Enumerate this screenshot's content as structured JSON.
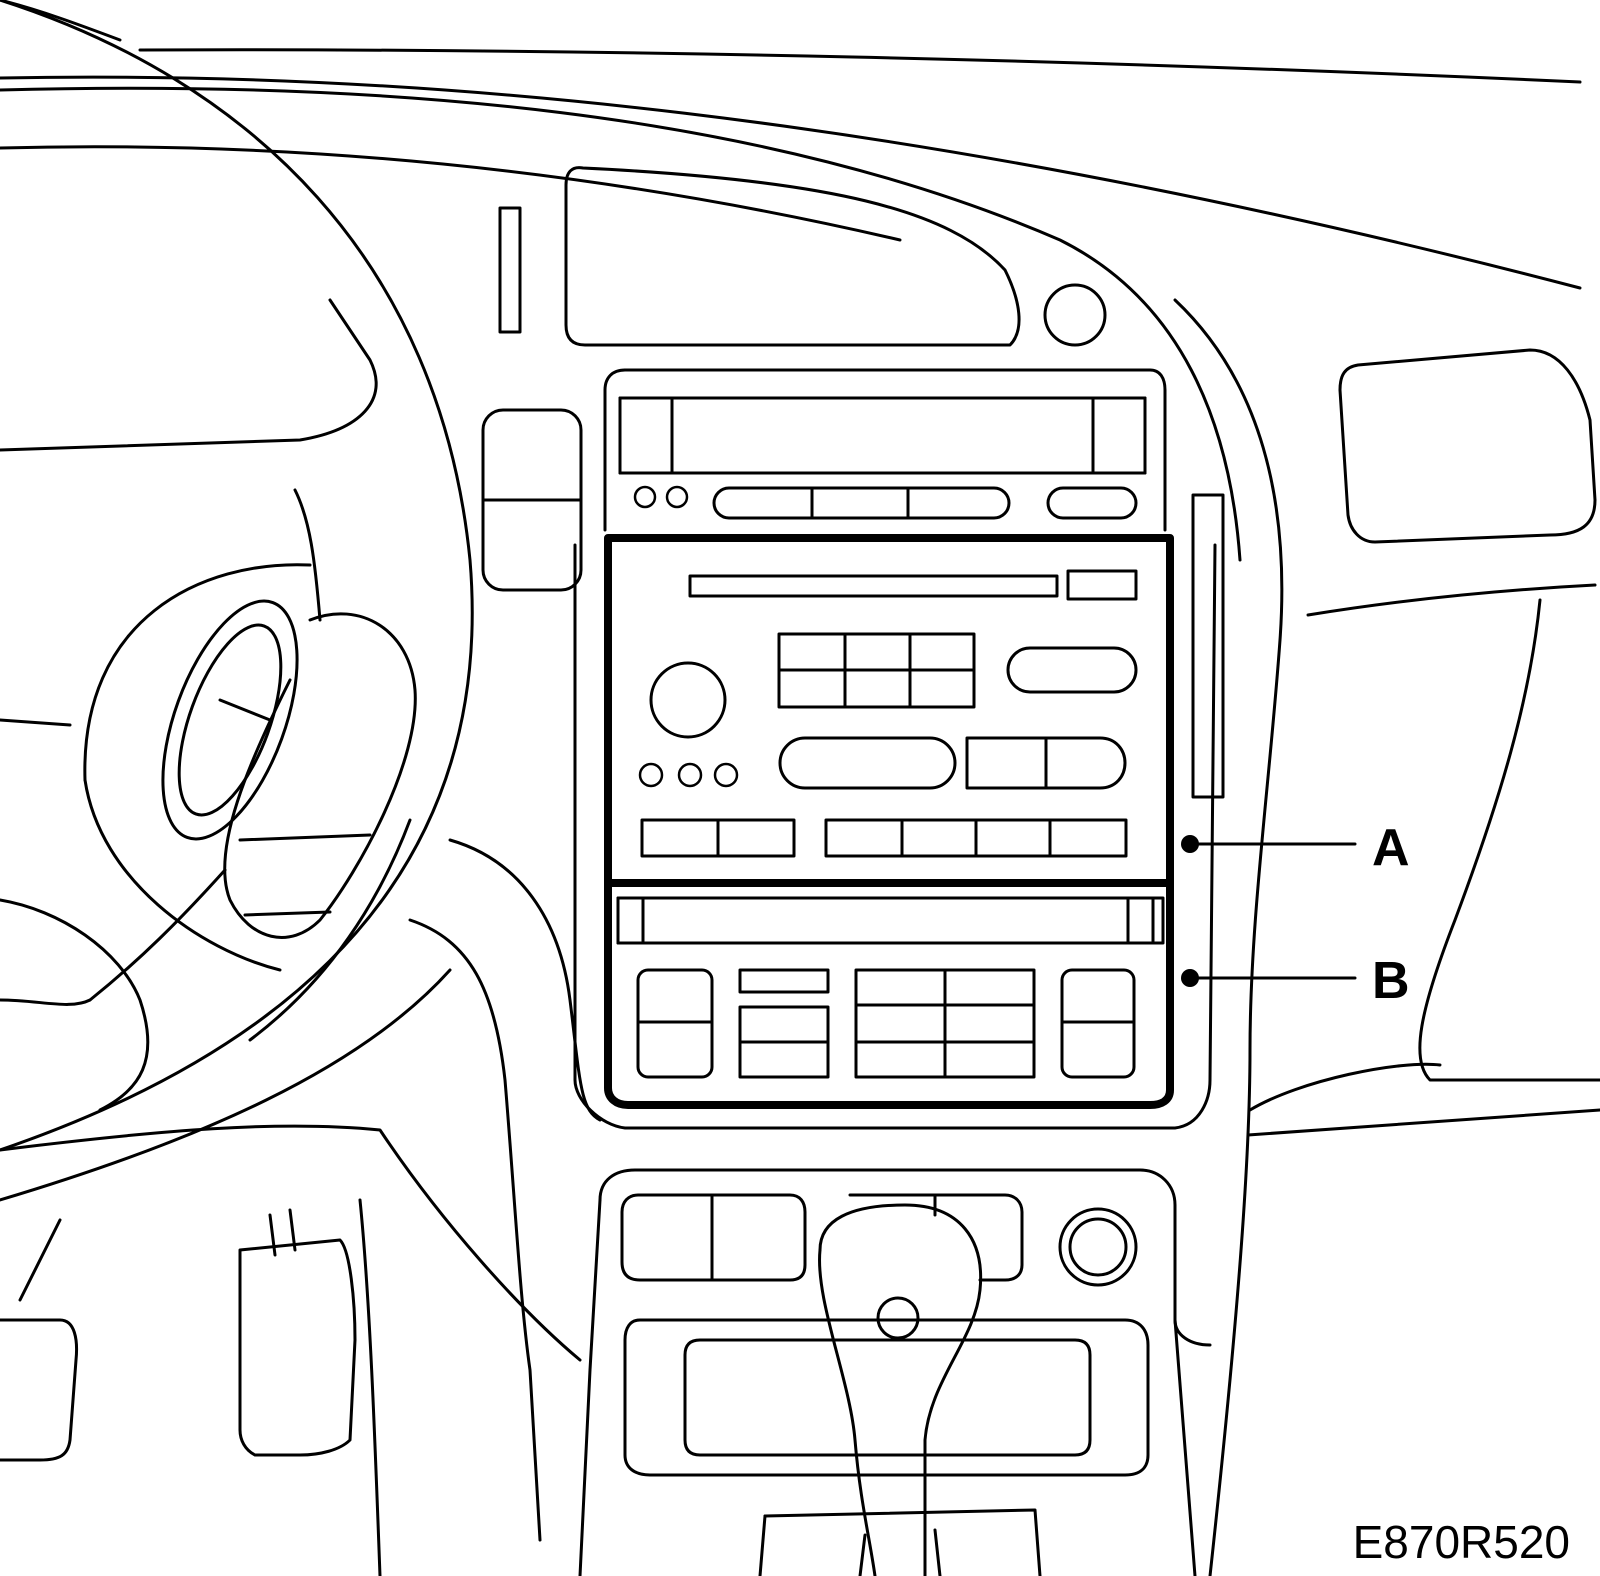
{
  "callouts": [
    {
      "id": "A",
      "label": "A"
    },
    {
      "id": "B",
      "label": "B"
    }
  ],
  "figure_code": "E870R520",
  "colors": {
    "line": "#000000",
    "background": "#ffffff"
  }
}
